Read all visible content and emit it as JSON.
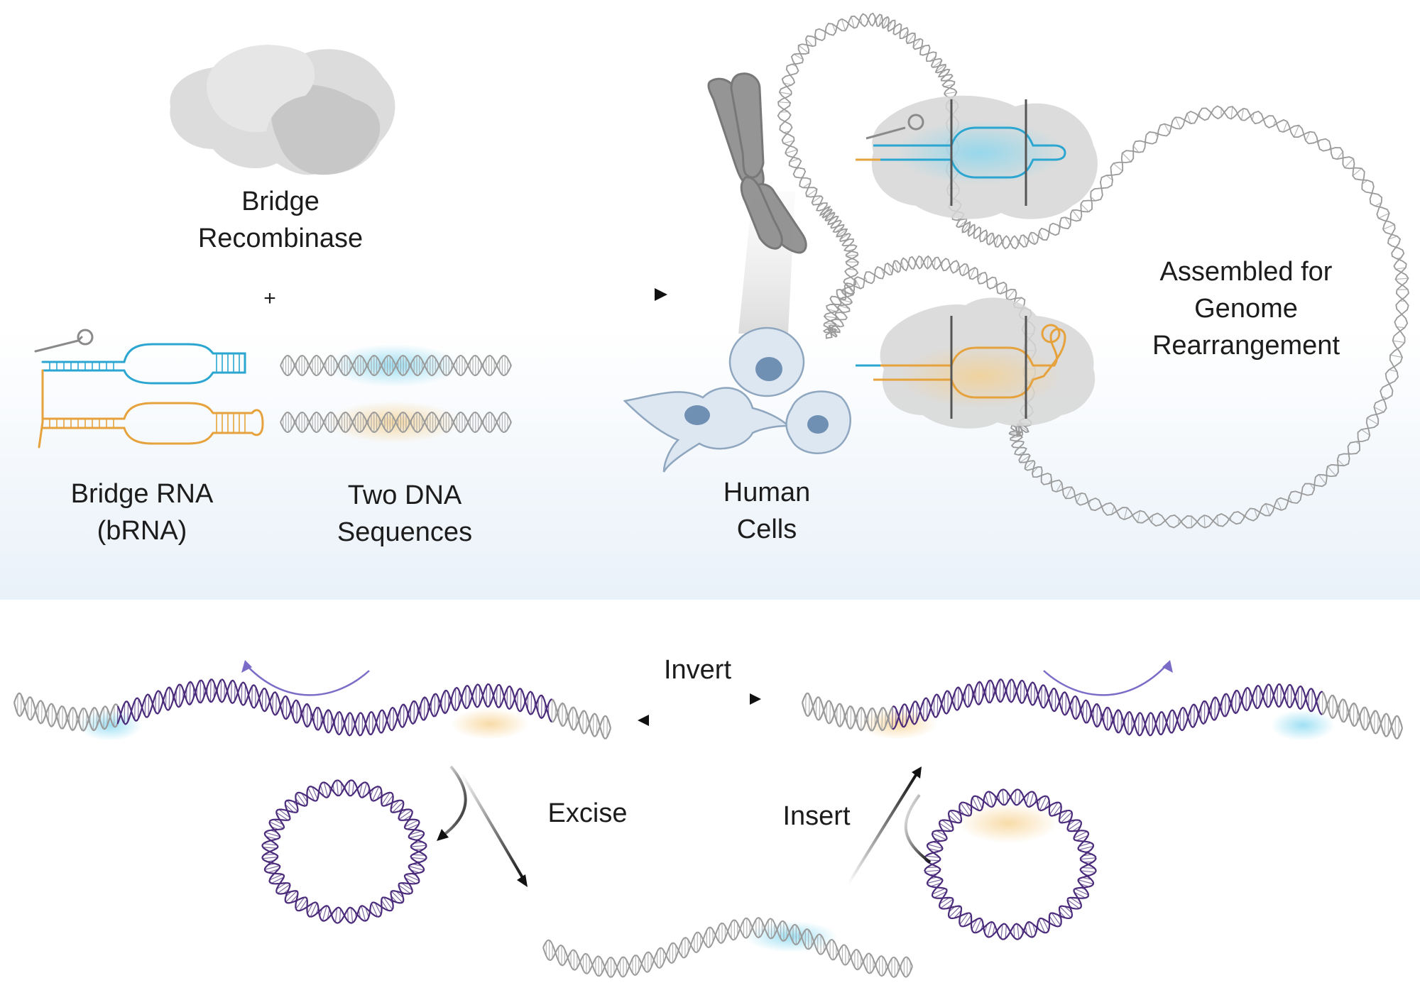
{
  "labels": {
    "bridge_recombinase": [
      "Bridge",
      "Recombinase"
    ],
    "plus": "+",
    "bridge_rna": [
      "Bridge RNA",
      "(bRNA)"
    ],
    "two_dna": [
      "Two DNA",
      "Sequences"
    ],
    "human_cells": [
      "Human",
      "Cells"
    ],
    "assembled": [
      "Assembled for",
      "Genome",
      "Rearrangement"
    ],
    "invert": "Invert",
    "excise": "Excise",
    "insert": "Insert"
  },
  "colors": {
    "blue": "#2aa6d1",
    "orange": "#e6a23c",
    "purple": "#4a2a7a",
    "dna_gray": "#9a9a9a",
    "protein_gray": "#d4d4d4",
    "cell_fill": "#dde7f2",
    "cell_stroke": "#8fa6bf",
    "nucleus": "#6f8fb3",
    "band_bottom": "#e9f1f9"
  }
}
